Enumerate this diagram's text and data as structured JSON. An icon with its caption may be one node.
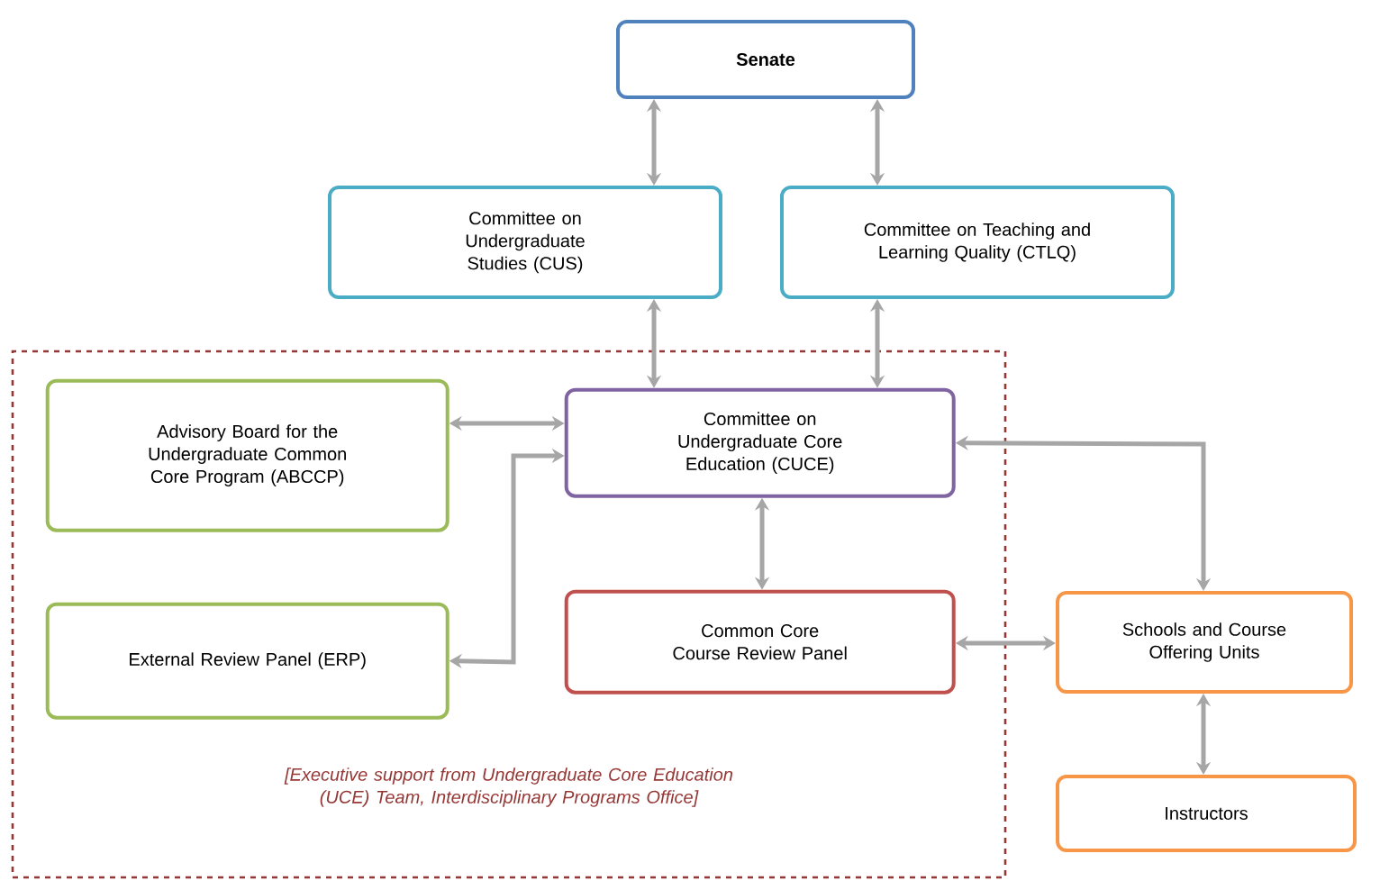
{
  "diagram": {
    "nodes": [
      {
        "text": [
          "Senate"
        ]
      },
      {
        "text": [
          "Committee on Undergraduate Studies (CUS)"
        ]
      },
      {
        "text": [
          "Committee on Teaching and Learning Quality (CTLQ)"
        ]
      },
      {
        "text": [
          "[Executive support from Undergraduate Core Education (UCE) Team, Interdisciplinary Programs Office]"
        ]
      },
      {
        "text": [
          "Advisory Board for the Undergraduate Common Core Program (ABCCP)"
        ],
        "in": 3
      },
      {
        "text": [
          "Committee on Undergraduate Core Education (CUCE)"
        ],
        "in": 3
      },
      {
        "text": [
          "External Review Panel (ERP)"
        ],
        "in": 3
      },
      {
        "text": [
          "Common Core Course Review Panel"
        ],
        "in": 3
      },
      {
        "text": [
          "Schools and Course Offering Units"
        ]
      },
      {
        "text": [
          "Instructors"
        ]
      }
    ],
    "edges": [
      {
        "from": 0,
        "to": 1,
        "arrow": "both"
      },
      {
        "from": 0,
        "to": 2,
        "arrow": "both"
      },
      {
        "from": 1,
        "to": 5,
        "arrow": "both"
      },
      {
        "from": 2,
        "to": 5,
        "arrow": "both"
      },
      {
        "from": 4,
        "to": 5,
        "arrow": "both"
      },
      {
        "from": 6,
        "to": 5,
        "arrow": "both"
      },
      {
        "from": 5,
        "to": 7,
        "arrow": "both"
      },
      {
        "from": 5,
        "to": 8,
        "arrow": "both"
      },
      {
        "from": 7,
        "to": 8,
        "arrow": "both"
      },
      {
        "from": 8,
        "to": 9,
        "arrow": "both"
      }
    ]
  }
}
